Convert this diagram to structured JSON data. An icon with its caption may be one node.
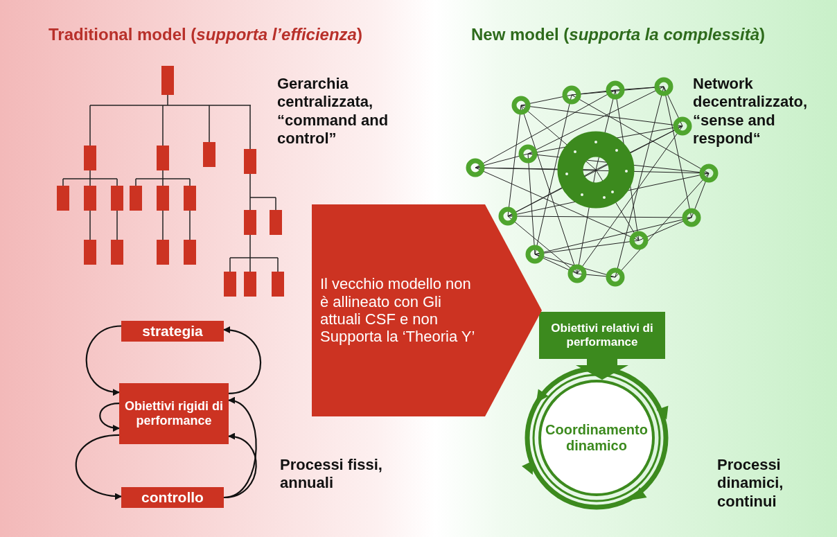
{
  "diagram": {
    "nodes": [
      {
        "text": [
          "strategia"
        ]
      },
      {
        "text": [
          "Obiettivi rigidi di performance"
        ]
      },
      {
        "text": [
          "controllo"
        ]
      },
      {
        "text": [
          "Obiettivi relativi di performance"
        ]
      },
      {
        "text": [
          "Coordinamento dinamico"
        ]
      },
      {
        "text": [
          "Il vecchio modello non è allineato con Gli attuali CSF e non Supporta la ‘Theoria Y’"
        ]
      }
    ],
    "edges": [
      {
        "from": 0,
        "to": 1,
        "arrow": "to"
      },
      {
        "from": 1,
        "to": 0,
        "arrow": "to"
      },
      {
        "from": 1,
        "to": 1,
        "arrow": "to"
      },
      {
        "from": 1,
        "to": 2,
        "arrow": "to"
      },
      {
        "from": 2,
        "to": 1,
        "arrow": "to"
      },
      {
        "from": 2,
        "to": 1,
        "arrow": "to"
      },
      {
        "from": 3,
        "to": 4,
        "arrow": "to",
        "style": "thick",
        "color": "#3c8a1e"
      }
    ],
    "labels": [
      "Traditional model (*supporta l’efficienza*)",
      "New model (*supporta la complessità*)",
      "Gerarchia centralizzata, “command and control”",
      "Network decentralizzato, “sense and respond“",
      "Processi fissi, annuali",
      "Processi dinamici, continui"
    ]
  }
}
